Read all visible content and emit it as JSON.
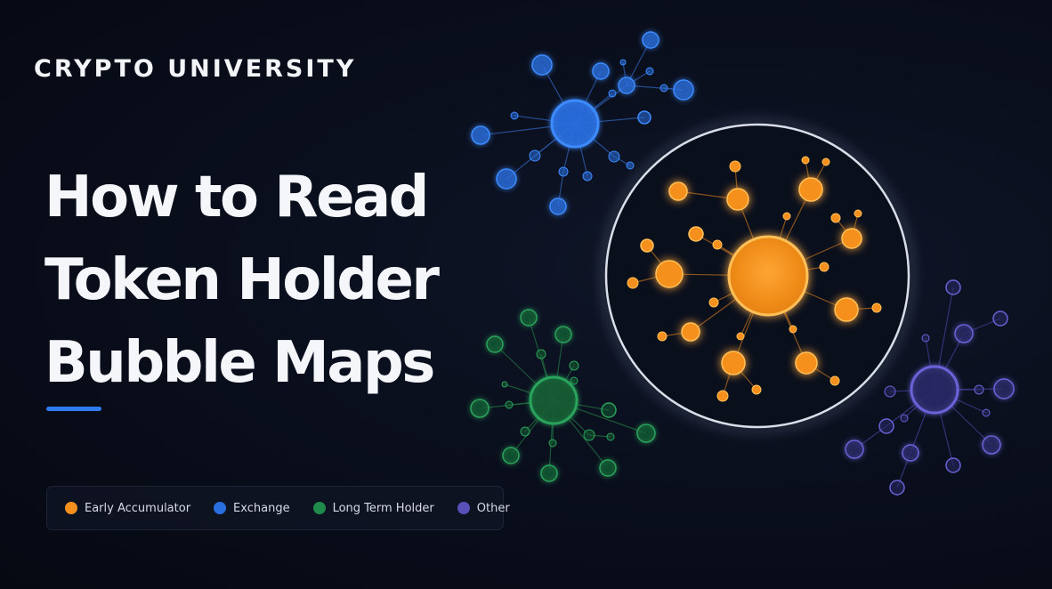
{
  "brand": {
    "name": "CRYPTO UNIVERSITY"
  },
  "headline": {
    "lines": [
      "How to Read",
      "Token Holder",
      "Bubble Maps"
    ]
  },
  "colors": {
    "accent": "#2f7bf0",
    "early_accumulator": "#f5901e",
    "exchange": "#2a6fe0",
    "long_term_holder": "#1f8a4a",
    "other": "#5a4fb8",
    "ring": "#d9dee8"
  },
  "legend": {
    "items": [
      {
        "label": "Early Accumulator",
        "color": "#f5901e"
      },
      {
        "label": "Exchange",
        "color": "#2a6fe0"
      },
      {
        "label": "Long Term Holder",
        "color": "#1f8a4a"
      },
      {
        "label": "Other",
        "color": "#5a4fb8"
      }
    ]
  }
}
